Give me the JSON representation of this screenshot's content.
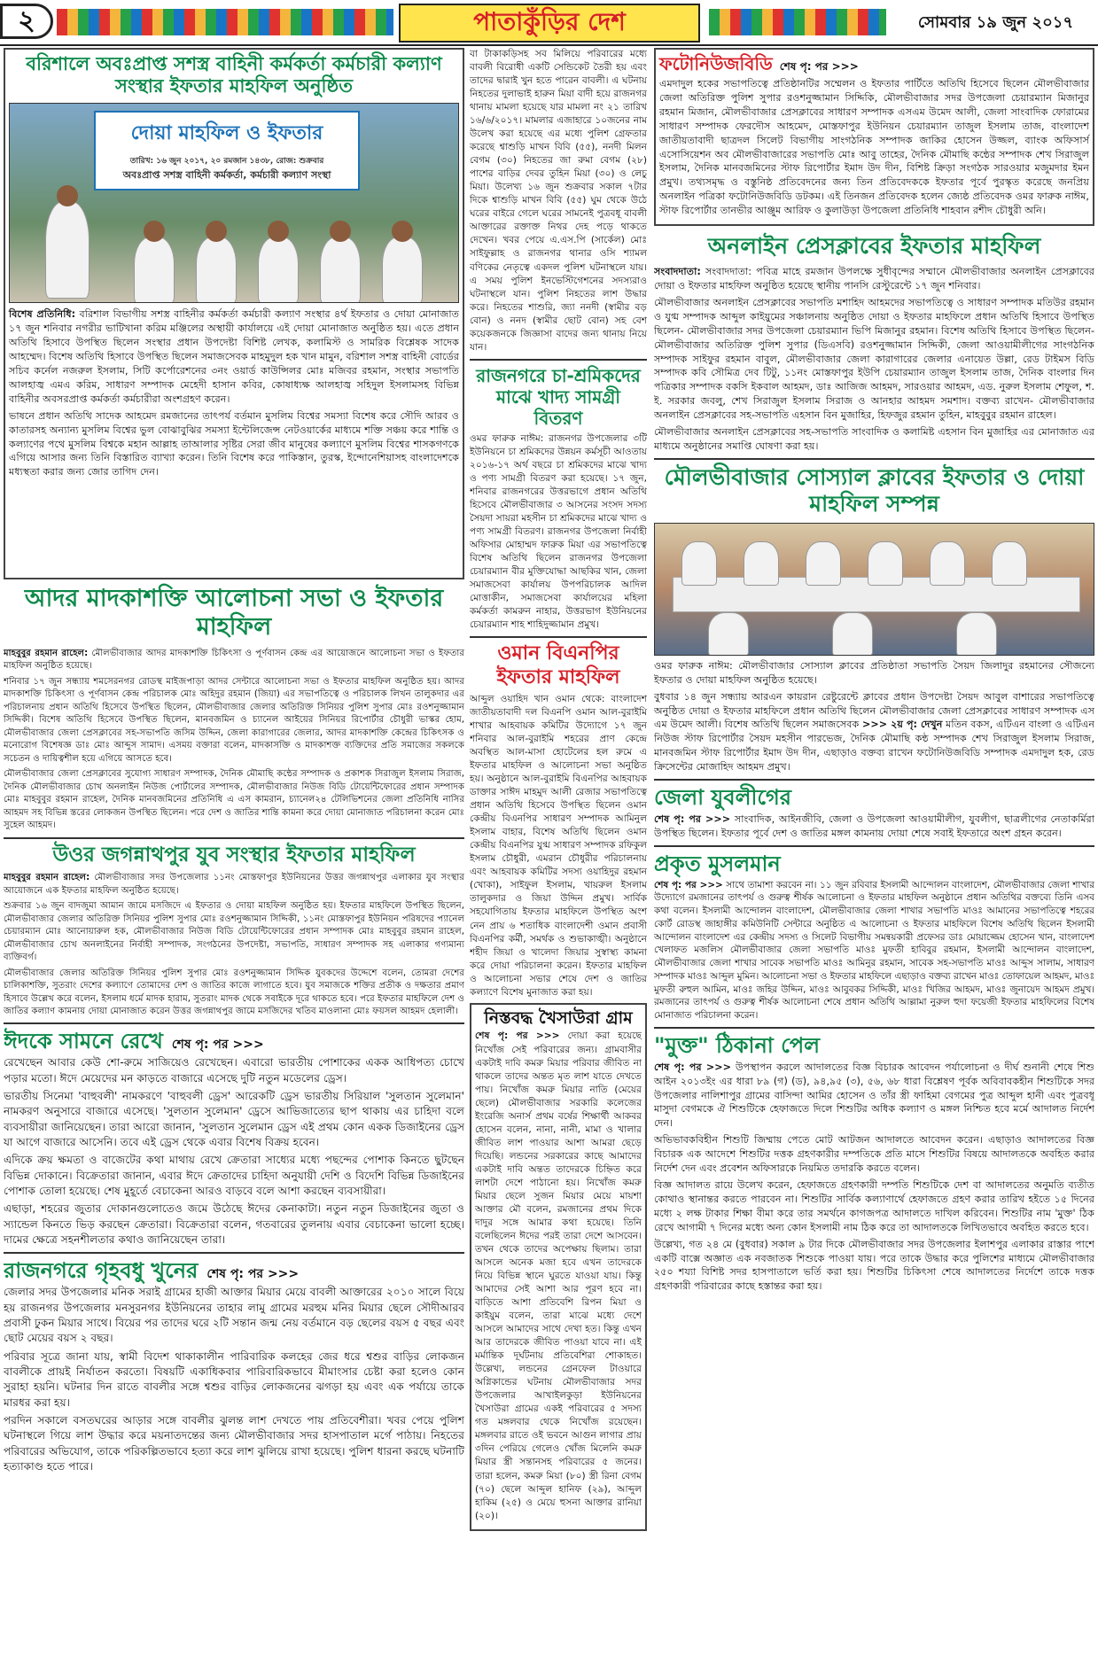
{
  "masthead": {
    "page_no": "২",
    "brand": "পাতাকুঁড়ির দেশ",
    "date": "সোমবার ১৯ জুন ২০১৭"
  },
  "art1": {
    "title": "বরিশালে অবঃপ্রাপ্ত সশস্ত্র বাহিনী কর্মকর্তা কর্মচারী কল্যাণ সংস্থার ইফতার মাহফিল অনুষ্ঠিত",
    "banner": "দোয়া মাহফিল ও ইফতার",
    "banner_sub": "তারিখ: ১৬ জুন ২০১৭, ২০ রমজান ১৪৩৮, রোজ: শুক্রবার",
    "banner_org": "অবঃপ্রাপ্ত সশস্ত্র বাহিনী কর্মকর্তা, কর্মচারী কল্যাণ সংস্থা",
    "byline": "বিশেষ প্রতিনিধি:",
    "p1": "বরিশাল বিভাগীয় সশস্ত্র বাহিনীর কর্মকর্তা কর্মচারী কল্যাণ সংস্থার ৪র্থ ইফতার ও দোয়া মোনাজাত ১৭ জুন শনিবার নগরীর ভাটিখানা করিম মঞ্জিলের অস্থায়ী কার্যালয়ে এই দোয়া মোনাজাত অনুষ্ঠিত হয়। এতে প্রধান অতিথি হিসাবে উপস্থিত ছিলেন সংস্থার প্রধান উপদেষ্টা বিশিষ্ট লেখক, কলামিস্ট ও সামরিক বিশ্লেষক সাদেক আহম্মেদ। বিশেষ অতিথি হিসাবে উপস্থিত ছিলেন সমাজসেবক মাহমুদুল হক খান মামুন, বরিশাল সশস্ত্র বাহিনী বোর্ডের সচিব কর্নেল নজরুল ইসলাম, সিটি কর্পোরেশনের ৩নং ওয়ার্ড কাউন্সিলর মোঃ মজিবর রহমান, সংস্থার সভাপতি আলহাজ্ব এমএ করিম, সাধারণ সম্পাদক মেহেদী হাসান কবির, কোষাধ্যক্ষ আলহাজ্ব সহিদুল ইসলামসহ বিভিন্ন বাহিনীর অবসরপ্রাপ্ত কর্মকর্তা কর্মচারীরা অংশগ্রহণ করেন।",
    "p2": "ভাষনে প্রধান অতিথি সাদেক আহমেদ রমজানের তাৎপর্য বর্তমান মুসলিম বিশ্বের সমস্যা বিশেষ করে সৌদি আরব ও কাতারসহ অন্যান্য মুসলিম বিশ্বের ভুল বোঝাবুঝির সমস্যা ইন্টেলিজেন্স নেটওয়ার্কের মাধ্যমে শক্তি সঞ্চয় করে শান্তি ও কল্যাণের পথে মুসলিম বিশ্বকে মহান আল্লাহ তাআলার সৃষ্টির সেরা জীব মানুষের কল্যাণে মুসলিম বিশ্বের শাসকগণকে এগিয়ে আসার জন্য তিনি বিস্তারিত ব্যাখ্যা করেন। তিনি বিশেষ করে পাকিস্তান, তুরস্ক, ইন্দোনেশিয়াসহ বাংলাদেশকে মধ্যস্থতা করার জন্য জোর তাগিদ দেন।"
  },
  "art2": {
    "title": "আদর মাদকাশক্তি আলোচনা সভা ও ইফতার মাহফিল",
    "byline": "মাহবুবুর রহমান রাহেল:",
    "p1": "মৌলভীবাজার আদর মাদকাশক্তি চিকিৎসা ও পূর্ণবাসন কেন্দ্র এর আয়োজনে আলোচনা সভা ও ইফতার মাহফিল অনুষ্ঠিত হয়েছে।",
    "p2": "শনিবার ১৭ জুন সন্ধ্যায় শমসেরনগর রোডস্থ মাইজপাড়া আদর সেন্টারে আলোচনা সভা ও ইফতার মাহফিল অনুষ্ঠিত হয়। আদর মাদকাশক্তি চিকিৎসা ও পূর্ণবাসন কেন্দ্র পরিচালক মোঃ অহিদুর রহমান (জিয়া) এর সভাপতিত্বে ও পরিচালক লিখন তালুকদার এর পরিচালনায় প্রধান অতিথি হিসেবে উপস্থিত ছিলেন, মৌলভীবাজার জেলার অতিরিক্ত সিনিয়র পুলিশ সুপার মোঃ রওশনুজ্জামান সিদ্দিকী। বিশেষ অতিথি হিসেবে উপস্থিত ছিলেন, মানবজমিন ও চ্যানেল আইয়ের সিনিয়র রিপোর্টার চৌধুরী ভাস্কর হোম, মৌলভীবাজার জেলা প্রেসক্লাবের সহ-সভাপতি জসিম উদ্দিন, জেলা কারাগারের জেলার, আদর মাদকাশক্তি কেন্দ্রের চিকিৎসক ও মনোরোগ বিশেষজ্ঞ ডাঃ মোঃ আব্দুস সামাদ। এসময় বক্তারা বলেন, মাদকাসক্তি ও মাদকাশক্ত ব্যক্তিদের প্রতি সমাজের সকলকে সচেতন ও দায়িত্বশীল হয়ে এগিয়ে আসতে হবে।",
    "p3": "মৌলভীবাজার জেলা প্রেসক্লাবের সুযোগ্য সাধারণ সম্পাদক, দৈনিক মৌমাছি কন্ঠের সম্পাদক ও প্রকাশক সিরাজুল ইসলাম সিরাজ, দৈনিক মৌলভীবাজার চোখ অনলাইন নিউজ পোর্টালের সম্পাদক, মৌলভীবাজার নিউজ বিডি টোয়েন্টিফোরের প্রধান সম্পাদক মোঃ মাহবুবুর রহমান রাহেল, দৈনিক মানবজমিনের প্রতিনিধি এ এস কামরান, চ্যানেল২৪ টেলিভিশনের জেলা প্রতিনিধি নাসির আহমদ সহ বিভিন্ন স্তরের লোকজন উপস্থিত ছিলেন। পরে দেশ ও জাতির শান্তি কামনা করে দোয়া মোনাজাত পরিচালনা করেন মোঃ সুহেল আহমদ।"
  },
  "art3": {
    "title": "উওর জগন্নাথপুর যুব সংস্থার ইফতার মাহফিল",
    "byline": "মাহবুবুর রহমান রাহেল:",
    "p1": "মৌলভীবাজার সদর উপজেলার ১১নং মোস্তফাপুর ইউনিয়নের উত্তর জগন্নাথপুর এলাকার যুব সংস্থার আয়োজনে এক ইফতার মাহফিল অনুষ্ঠিত হয়েছে।",
    "p2": "শুক্রবার ১৬ জুন বাদজুমা আমান জামে মসজিদে এ ইফতার ও দোয়া মাহফিল অনুষ্ঠিত হয়। ইফতার মাহফিলে উপস্থিত ছিলেন, মৌলভীবাজার জেলার অতিরিক্ত সিনিয়র পুলিশ সুপার মোঃ রওশনুজ্জামান সিদ্দিকী, ১১নং মোস্তফাপুর ইউনিয়ন পরিষদের প্যানেল চেয়ারম্যান মোঃ আনোয়ারুল হক, মৌলভীবাজার নিউজ বিডি টোয়েন্টিফোরের প্রধান সম্পাদক মোঃ মাহবুবুর রহমান রাহেল, মৌলভীবাজার চোখ অনলাইনের নির্বাহী সম্পাদক, সংগঠনের উপদেষ্টা, সভাপতি, সাধারণ সম্পাদক সহ এলাকার গণ্যমান্য ব্যক্তিবর্গ।",
    "p3": "মৌলভীবাজার জেলার অতিরিক্ত সিনিয়র পুলিশ সুপার মোঃ রওশনুজ্জামান সিদ্দিক যুবকদের উদ্দেশে বলেন, তোমরা দেশের চালিকাশক্তি, সুতরাং দেশের কল্যাণে তোমাদের দেশ ও জাতির কাজে লাগাতে হবে। যুব সমাজকে শক্তির প্রতীক ও দক্ষতার প্রমাণ হিসাবে উল্লেখ করে বলেন, ইসলাম ধর্মে মাদক হারাম, সুতরাং মাদক থেকে সবাইকে দূরে থাকতে হবে। পরে ইফতার মাহফিলে দেশ ও জাতির কল্যাণ কামনায় দোয়া মোনাজাত করেন উত্তর জগন্নাথপুর জামে মসজিদের খতিব মাওলানা মোঃ ফয়সল আহমদ হেলালী।"
  },
  "art4": {
    "title": "ঈদকে সামনে রেখে",
    "cont": "শেষ পৃ: পর >>>",
    "p1": "রেখেছেন আবার কেউ শো-রুমে সাজিয়েও রেখেছেন। এবারো ভারতীয় পোশাকের একক আধিপত্য চোখে পড়ার মতো। ঈদে মেয়েদের মন কাড়তে বাজারে এসেছে দুটি নতুন মডেলের ড্রেস।",
    "p2": "ভারতীয় সিনেমা 'বাহুবলী' নামকরণে 'বাহুবলী ড্রেস' আরেকটি ড্রেস ভারতীয় সিরিয়াল 'সুলতান সুলেমান' নামকরণ অনুসারে বাজারে এসেছে। 'সুলতান সুলেমান' ড্রেসে আভিজাত্যের ছাপ থাকায় এর চাহিদা বলে ব্যবসায়ীরা জানিয়েছেন। তারা আরো জানান, 'সুলতান সুলেমান ড্রেস এই প্রথম কোন একক ডিজাইনের ড্রেস যা আগে বাজারে আসেনি। তবে এই ড্রেস থেকে এবার বিশেষ বিক্রয় হবেন।",
    "p3": "এদিকে ক্রয় ক্ষমতা ও বাজেটের কথা মাথায় রেখে ক্রেতারা সাধ্যের মধ্যে পছন্দের পোশাক কিনতে ছুটছেন বিভিন্ন দোকানে। বিক্রেতারা জানান, এবার ঈদে ক্রেতাদের চাহিদা অনুযায়ী দেশি ও বিদেশি বিভিন্ন ডিজাইনের পোশাক তোলা হয়েছে। শেষ মুহূর্তে বেচাকেনা আরও বাড়বে বলে আশা করছেন ব্যবসায়ীরা।",
    "p4": "এছাড়া, শহরের জুতার দোকানগুলোতেও জমে উঠেছে ঈদের কেনাকাটা। নতুন নতুন ডিজাইনের জুতা ও স্যান্ডেল কিনতে ভিড় করছেন ক্রেতারা। বিক্রেতারা বলেন, গতবারের তুলনায় এবার বেচাকেনা ভালো হচ্ছে। দামের ক্ষেত্রে সহনশীলতার কথাও জানিয়েছেন তারা।"
  },
  "art5": {
    "title": "রাজনগরে গৃহবধু খুনের",
    "cont": "শেষ পৃ: পর >>>",
    "p1": "জেলার সদর উপজেলার মনিক সরাই গ্রামের হাজী আক্তার মিয়ার মেয়ে বাবলী আক্তারের ২০১০ সালে বিয়ে হয় রাজনগর উপজেলার মনসুরনগর ইউনিয়নের তাহার লামু গ্রামের মরহুম মনির মিয়ার ছেলে সৌদীআরব প্রবাসী ঢুকন মিয়ার সাথে। বিয়ের পর তাদের ঘরে ২টি সন্তান জন্ম নেয় বর্তমানে বড় ছেলের বয়স ৫ বছর এবং ছোট মেয়ের বয়স ২ বছর।",
    "p2": "পরিবার সূত্রে জানা যায়, স্বামী বিদেশ থাকাকালীন পারিবারিক কলহের জের ধরে শ্বশুর বাড়ির লোকজন বাবলীকে প্রায়ই নির্যাতন করতো। বিষয়টি একাধিকবার পারিবারিকভাবে মীমাংসার চেষ্টা করা হলেও কোন সুরাহা হয়নি। ঘটনার দিন রাতে বাবলীর সঙ্গে শ্বশুর বাড়ির লোকজনের ঝগড়া হয় এবং এক পর্যায়ে তাকে মারধর করা হয়।",
    "p3": "পরদিন সকালে বসতঘরের আড়ার সঙ্গে বাবলীর ঝুলন্ত লাশ দেখতে পায় প্রতিবেশীরা। খবর পেয়ে পুলিশ ঘটনাস্থলে গিয়ে লাশ উদ্ধার করে ময়নাতদন্তের জন্য মৌলভীবাজার সদর হাসপাতাল মর্গে পাঠায়। নিহতের পরিবারের অভিযোগ, তাকে পরিকল্পিতভাবে হত্যা করে লাশ ঝুলিয়ে রাখা হয়েছে। পুলিশ ধারনা করছে ঘটনাটি হত্যাকাণ্ড হতে পারে।"
  },
  "col2": {
    "p_top": "বা টাকাকড়িসহ সব মিলিয়ে পরিবারের মধ্যে বাবলী বিরোধী একটি সেন্ডিকেট তৈরী হয় এবং তাদের দ্বারাই খুন হতে পারেন বাবলী। এ ঘটনায় নিহতের দুলাভাই হারুন মিয়া বাদী হয়ে রাজনগর থানায় মামলা হয়েছে যার মামলা নং ২১ তারিখ ১৬/৬/২০১৭। মামলার এজাহারে ১০জনের নাম উলেখ করা হয়েছে এর মধ্যে পুলিশ গ্রেফতার করেছে শ্বাশুড়ি মাখন বিবি (৫৫), ননদী মিলন বেগম (৩০) নিহতের জা রুমা বেগম (২৮) পাশের বাড়ির দেবর তুহিন মিয়া (৩০) ও লেচু মিয়া। উলেখ্য ১৬ জুন শুক্রবার সকাল ৭টার দিকে শ্বাশুড়ি মাখন বিবি (৫৫) ঘুম থেকে উঠে ঘরের বাইরে গেলে ঘরের সামনেই পুত্রবধূ বাবলী আক্তারের রক্তাক্ত নিথর দেহ পড়ে থাকতে দেখেন। খবর পেয়ে এ.এস.পি (সার্কেল) মোঃ সাইফুল্লাহ ও রাজনগর থানার ওসি শ্যামল বণিকের নেতৃত্বে একদল পুলিশ ঘটনাস্থলে যায়। এ সময় পুলিশ ইনভেস্টিগেশনের সদস্যরাও ঘটনাস্থলে যান। পুলিশ নিহতের লাশ উদ্ধার করে। নিহতের শাশুরি, জ্যা ননদী (স্বামীর বড় বোন) ও ননদ (স্বামীর ছোট বোন) সহ বেশ কয়েকজনকে জিজ্ঞাসা বাদের জন্য থানায় নিয়ে যান।",
    "t_rajnagar": "রাজনগরে চা-শ্রমিকদের মাঝে খাদ্য সামগ্রী বিতরণ",
    "p_rajnagar": "ওমর ফারুক নাঈম: রাজনগর উপজেলার ৩টি ইউনিয়নে চা শ্রমিকদের উন্নয়ন কর্মসূচী আওতায় ২০১৬-১৭ অর্থ বছরে চা শ্রমিকদের মাঝে খাদ্য ও পণ্য সামগ্রী বিতরণ করা হয়েছে। ১৭ জুন, শনিবার রাজনগরের উত্তরভাগে প্রধান অতিথি হিসেবে মৌলভীবাজার ৩ আসনের সংসদ সদস্য সৈয়দা সায়রা মহসীন চা শ্রমিকদের মাঝে খাদ্য ও পণ্য সামগ্রী বিতরণ। রাজনগর উপজেলা নির্বাহী অফিসার মোহাম্মদ ফারুক মিয়া এর সভাপতিত্বে বিশেষ অতিথি ছিলেন রাজনগর উপজেলা চেয়ারম্যান বীর মুক্তিযোদ্ধা আছকির খান, জেলা সমাজসেবা কার্যালয় উপপরিচালক আদিল মোত্তাকীন, সমাজসেবা কার্যালয়ের মহিলা কর্মকর্তা কামরুন নাহার, উত্তরভাগ ইউনিয়নের চেয়ারম্যান শাহ শাহিদুজ্জামান প্রমুখ।",
    "t_oman": "ওমান বিএনপির ইফতার মাহফিল",
    "p_oman": "আব্দুল ওয়াহিদ খান ওমান থেকে: বাংলাদেশ জাতীয়তাবাদী দল বিএনপি ওমান আল-বুরাইমি শাখার আহবায়ক কমিটির উদ্যোগে ১৭ জুন শনিবার আল-বুরাইমি শহরের প্রাণ কেন্দ্রে অবস্থিত আল-মাসা হোটেলের হল রুমে এ ইফতার মাহফিল ও আলোচনা সভা অনুষ্ঠিত হয়। অনুষ্ঠানে আল-বুরাইমি বিএনপির আহবায়ক ডাক্তার সাঈদ মাহমুদ আলী রেজার সভাপতিত্বে প্রধান অতিথি হিসেবে উপস্থিত ছিলেন ওমান কেন্দ্রীয় বিএনপির সাধারণ সম্পাদক আমিনুল ইসলাম বাহার, বিশেষ অতিথি ছিলেন ওমান কেন্দ্রীয় বিএনপির যুগ্ম সাধারণ সম্পাদক রফিকুল ইসলাম চৌধুরী, এমরান চৌধুরীর পরিচালনায় এবং আহবায়ক কমিটির সদস্য ওয়াহিদুর রহমান (খোকা), সাইফুল ইসলাম, খায়রুল ইসলাম তালুকদার ও জিয়া উদ্দিন প্রমুখ। সার্বিক সহযোগিতায় ইফতার মাহফিলে উপস্থিত অংশ নেন প্রায় ৬ শতাধিক বাংলাদেশী ওমান প্রবাসী বিএনপির কর্মী, সমর্থক ও শুভাকাঙ্খী। অনুষ্ঠানে শহীদ জিয়া ও খালেদা জিয়ার সুস্বাস্থ্য কামনা করে দোয়া পরিচালনা করেন। ইফতার মাহফিল ও আলোচনা সভার শেষে দেশ ও জাতির কল্যাণে বিশেষ মুনাজাত করা হয়।",
    "t_nishta": "নিস্তবদ্ধ খৈসাউরা গ্রাম",
    "cont_nishta": "শেষ পৃ: পর >>>",
    "p_nishta": "দোয়া করা হয়েছে নিখোঁজ সেই পরিবারের জন্য। গ্রামবাসীর একটাই দাবি কমরু মিয়ার পরিবার জীবিত না থাকলে তাদের অন্তত মৃত লাশ যাতে দেখতে পায়। নিখোঁজ কমরু মিয়ার নাতি (মেয়ের ছেলে) মৌলভীবাজার সরকারি কলেজের ইংরেজি অনার্স প্রথম বর্ষের শিক্ষার্থী আকবর হোসেন বলেন, নানা, নানী, মামা ও খালার জীবিত লাশ পাওয়ার আশা আমরা ছেড়ে দিয়েছি। লন্ডনের সরকারের কাছে আমাদের একটাই দাবি অন্তত তাদেরকে চিহ্নিত করে লাশটা দেশে পাঠানো হয়। নিখোঁজ কমরু মিয়ার ছেলে সুজন মিয়ার মেয়ে মায়শা আক্তার মৌ বলেন, রমজানের প্রথম দিকে দাদুর সঙ্গে আমার কথা হয়েছে। তিনি বলেছিলেন ঈদের পরই তারা দেশে আসবেন। তখন থেকে তাদের অপেক্ষায় ছিলাম। তারা আসলে অনেক মজা হবে এখন তাদেরকে নিয়ে বিভিন্ন স্থানে ঘুরতে যাওয়া যায়। কিন্তু আমাদের সেই আশা আর পূরণ হবে না। বাড়িতে আশা প্রতিবেশি রিপন মিয়া ও কাইয়ুম বলেন, তারা মাঝে মধ্যে দেশে আসলে আমাদের সাথে দেখা হত। কিন্তু এখন আর তাদেরকে জীবিত পাওয়া যাবে না। এই মর্মান্তিক দূর্ঘটনায় প্রতিবেশিরা শোকাহত। উল্লেখ্য, লন্ডনের গ্রেনফেল টাওয়ারে অগ্নিকান্ডের ঘটনায় মৌলভীবাজার সদর উপজেলার আখাইলকুড়া ইউনিয়নের খৈসাউরা গ্রামের একই পরিবারের ৫ সদস্য গত মঙ্গলবার থেকে নিখোঁজ রয়েছেন। মঙ্গলবার রাতে ওই ভবনে আগুন লাগার প্রায় ৩দিন পেরিয়ে গেলেও খোঁজ মিলেনি কমরু মিয়ার স্ত্রী সন্তানসহ পরিবারের ৫ জনের। তারা হলেন, কমরু মিয়া (৮০) স্ত্রী রিনা বেগম (৭০) ছেলে আব্দুল হানিফ (২৯), আব্দুল হাকিম (২৫) ও মেয়ে হুসনা আক্তার রানিয়া (২০)।"
  },
  "col3": {
    "t_photo": "ফটোনিউজবিডি",
    "cont_photo": "শেষ পৃ: পর >>>",
    "p_photo": "এমদাদুল হকের সভাপতিত্বে প্রতিষ্ঠানটির সম্মেলন ও ইফতার পার্টিতে অতিথি হিসেবে ছিলেন মৌলভীবাজার জেলা অতিরিক্ত পুলিশ সুপার রওশনুজ্জামান সিদ্দিকি, মৌলভীবাজার সদর উপজেলা চেয়ারম্যান মিজানুর রহমান মিজান, মৌলভীবাজার প্রেসক্লাবের সাধারণ সম্পাদক এসএম উমেদ আলী, জেলা সাংবাদিক ফোরামের সাধারণ সম্পাদক ফেরদৌস আহমেদ, মোস্তফাপুর ইউনিয়ন চেয়ারম্যান তাজুল ইসলাম তাজ, বাংলাদেশ জাতীয়তাবাদী ছাত্রদল সিলেট বিভাগীয় সাংগঠনিক সম্পাদক জাকির হোসেন উজ্জল, ব্যাংক অফিসার্স এসোসিয়েশন অব মৌলভীবাজারের সভাপতি মোঃ আবু তাহের, দৈনিক মৌমাছি কন্ঠের সম্পাদক শেখ সিরাজুল ইসলাম, দৈনিক মানবজমিনের স্টাফ রিপোর্টার ইমাদ উদ দীন, বিশিষ্ট ক্রিড়া সংগঠক সারওয়ার মজুমদার ইমন প্রমুখ। তথ্যসমৃদ্ধ ও বস্তুনিষ্ঠ প্রতিবেদনের জন্য তিন প্রতিবেদককে ইফতার পূর্বে পুরস্কৃত করেছে জনপ্রিয় অনলাইন পত্রিকা ফটোনিউজবিডি ডটকম। এই তিনজন প্রতিবেদক হলেন জ্যেষ্ঠ প্রতিবেদক ওমর ফারুক নাঈম, স্টাফ রিপোর্টার তানভীর আঞ্জুম আরিফ ও কুলাউড়া উপজেলা প্রতিনিধি শাহবান রশীদ চৌধুরী অনি।",
    "t_online": "অনলাইন প্রেসক্লাবের ইফতার মাহফিল",
    "p_online1": "সংবাদদাতা: পবিত্র মাহে রমজান উপলক্ষে সুধীবৃন্দের সম্মানে মৌলভীবাজার অনলাইন প্রেসক্লাবের দোয়া ও ইফতার মাহফিল অনুষ্ঠিত হয়েছে স্থানীয় পানসি রেস্টুরেন্টে ১৭ জুন শনিবার।",
    "p_online2": "মৌলভীবাজার অনলাইন প্রেসক্লাবের সভাপতি মশাহিদ আহমদের সভাপতিত্বে ও সাধারণ সম্পাদক মতিউর রহমান ও যুগ্ম সম্পাদক আব্দুল কাইয়ুমের সঞ্চালনায় অনুষ্ঠিত দোয়া ও ইফতার মাহফিলে প্রধান অতিথি হিসাবে উপস্থিত ছিলেন- মৌলভীবাজার সদর উপজেলা চেয়ারম্যান ভিপি মিজানুর রহমান। বিশেষ অতিথি হিসাবে উপস্থিত ছিলেন-মৌলভীবাজার অতিরিক্ত পুলিশ সুপার (ডিএসবি) রওশনুজ্জামান সিদ্দিকী, জেলা আওয়ামীলীগের সাংগঠনিক সম্পাদক সাইফুর রহমান বাবুল, মৌলভীবাজার জেলা কারাগারের জেলার এনায়েত উল্লা, রেড টাইমস বিডি সম্পাদক কবি সৌমিত্র দেব টিটু, ১১নং মোস্তফাপুর ইউপি চেয়ারম্যান তাজুল ইসলাম তাজ, দৈনিক বাংলার দিন পত্রিকার সম্পাদক বকসি ইকবাল আহমদ, ডাঃ আজিজ আহমদ, সারওয়ার আহমদ, এড. নুরুল ইসলাম শেফুল, শ. ই. সরকার জবলু, শেখ সিরাজুল ইসলাম সিরাজ ও আনহার আহমদ সমশাদ। বক্তব্য রাখেন- মৌলভীবাজার অনলাইন প্রেসক্লাবের সহ-সভাপতি এহসান বিন মুজাহির, হিফজুর রহমান তুহিন, মাহবুবুর রহমান রাহেল।",
    "p_online3": "মৌলভীবাজার অনলাইন প্রেসক্লাবের সহ-সভাপতি সাংবাদিক ও কলামিষ্ট এহসান বিন মুজাহির এর মোনাজাত এর মাধ্যমে অনুষ্ঠানের সমাপ্তি ঘোষণা করা হয়।",
    "t_social": "মৌলভীবাজার সোস্যাল ক্লাবের ইফতার ও দোয়া মাহফিল সম্পন্ন",
    "p_social1": "ওমর ফারুক নাঈম: মৌলভীবাজার সোস্যাল ক্লাবের প্রতিষ্ঠাতা সভাপতি সৈয়দ জিলাদুর রহমানের সৌজন্যে ইফতার ও দোয়া মাহফিল অনুষ্ঠিত হয়েছে।",
    "p_social2": "বুধবার ১৪ জুন সন্ধ্যায় আরএন কায়রান রেষ্টুরেন্টে ক্লাবের প্রধান উপদেষ্টা সৈয়দ আবুল বাশারের সভাপতিত্বে অনুষ্ঠিত দোয়া ও ইফতার মাহফিলে প্রধান অতিথি ছিলেন মৌলভীবাজার জেলা প্রেসক্লাবের সাধারণ সম্পাদক এস এম উমেদ আলী। বিশেষ অতিথি ছিলেন সমাজসেবক",
    "cont_social": ">>> ২য় পৃ: দেখুন",
    "p_social3": "মতিন বকস, এটিএন বাংলা ও এটিএন নিউজ স্টাফ রিপোর্টার সৈয়দ মহসীন পারভেজ, দৈনিক মৌমাছি কন্ঠ সম্পাদক শেখ সিরাজুল ইসলাম সিরাজ, মানবজমিন স্টাফ রিপোর্টার ইমাদ উদ দীন, এছাড়াও বক্তব্য রাখেন ফটোনিউজবিডি সম্পাদক এমদাদুল হক, রেড ক্রিসেন্টের মোজাহিদ আহমদ প্রমুখ।",
    "t_jubo": "জেলা যুবলীগের",
    "cont_jubo": "শেষ পৃ: পর >>>",
    "p_jubo": "সাংবাদিক, আইনজীবি, জেলা ও উপজেলা আওয়ামীলীগ, যুবলীগ, ছাত্রলীগের নেতাকর্মিরা উপস্থিত ছিলেন। ইফতার পূর্বে দেশ ও জাতির মঙ্গল কামনায় দোয়া শেষে সবাই ইফতারে অংশ গ্রহন করেন।",
    "t_prokrito": "প্রকৃত মুসলমান",
    "cont_prokrito": "শেষ পৃ: পর >>>",
    "p_prokrito": "সাথে তামাশা করবেন না। ১১ জুন রবিবার ইসলামী আন্দোলন বাংলাদেশ, মৌলভীবাজার জেলা শাখার উদ্যোগে রমজানের তাৎপর্য ও গুরুত্ব শীর্ষক আলোচনা ও ইফতার মাহফিল অনুষ্ঠানে প্রধান অতিথির বক্তব্যে তিনি এসব কথা বলেন। ইসলামী আন্দোলন বাংলাদেশ, মৌলভীবাজার জেলা শাখার সভাপতি মাওঃ আমানের সভাপতিত্বে শহরের কোর্ট রোডস্থ জাহাঙ্গীর কমিউনিটি সেন্টারে অনুষ্ঠিত এ আলোচনা ও ইফতার মাহফিলে বিশেষ অতিথি ছিলেন ইসলামী আন্দোলন বাংলাদেশ এর কেন্দ্রীয় সদস্য ও সিলেট বিভাগীয় সমন্বয়কারী প্রফেসর ডাঃ মোয়াজ্জেম হোসেন খান, বাংলাদেশ খেলাফত মজলিস মৌলভীবাজার জেলা সভাপতি মাওঃ মুফতী হাবিবুর রহমান, ইসলামী আন্দোলন বাংলাদেশ, মৌলভীবাজার জেলা শাখার সাবেক সভাপতি মাওঃ আমিনুর রহমান, সাবেক সহ-সভাপতি মাওঃ আব্দুস সালাম, সাধারণ সম্পাদক মাওঃ আব্দুল মুমিন। আলোচনা সভা ও ইফতার মাহফিলে এছাড়াও বক্তব্য রাখেন মাওঃ তোফায়েল আহমদ, মাওঃ মুফতী রুহুল আমিন, মাওঃ জহির উদ্দিন, মাওঃ আবুবকর সিদ্দিকী, মাওঃ খিজির আহমদ, মাওঃ জুনায়েদ আহমদ প্রমুখ। রমজানের তাৎপর্য ও গুরুত্ব শীর্ষক আলোচনা শেষে প্রধান অতিথি আল্লামা নুরুল হুদা ফয়েজী ইফতার মাহফিলের বিশেষ মোনাজাত পরিচালনা করেন।",
    "t_mukto": "\"মুক্ত\" ঠিকানা পেল",
    "cont_mukto": "শেষ পৃ: পর >>>",
    "p_mukto1": "উপস্থাপন করলে আদালতের বিজ্ঞ বিচারক আবেদন পর্যালোচনা ও দীর্ঘ শুনানী শেষে শিশু আইন ২০১৩ইং এর ধারা ৮৯ (গ) (ড), ৯৪,৯৫ (৩), ৫৬, ৬৮ ধারা বিশ্লেষণ পূর্বক অবিবাবকহীন শিশুটিকে সদর উপজেলার নালিশাপুর গ্রামের বাসিন্দা আমির হোসেন ও তাঁর স্ত্রী ফাহিমা বেগমের পুত্র আব্দুল হানী এবং পুত্রবধূ মাসুদা বেগমকে ঐ শিশুটিকে হেফাজতে দিলে শিশুটির অধিক কল্যাণ ও মঙ্গল নিশ্চিত হবে মর্মে আদালত নির্দেশ দেন।",
    "p_mukto2": "অভিভাবকবিহীন শিশুটি জিম্মায় পেতে মোট আটজন আদালতে আবেদন করেন। এছাড়াও আদালতের বিজ্ঞ বিচারক এক আদেশে শিশুটির দত্তক গ্রহণকারীর দম্পতিকে প্রতি মাসে শিশুটির বিষয়ে আদালতকে অবহিত করার নির্দেশ দেন এবং প্রবেশন অফিসারকে নিয়মিত তদারকি করতে বলেন।",
    "p_mukto3": "বিজ্ঞ আদালত রায়ে উলেখ করেন, হেফাজতে গ্রহণকারী দম্পতি শিশুটিকে দেশ বা আদালতের অনুমতি ব্যতীত কোথাও স্থানান্তর করতে পারবেন না। শিশুটির সার্বিক কল্যাণার্থে হেফাজতে গ্রহণ করার তারিখ হইতে ১৫ দিনের মধ্যে ২ লক্ষ টাকার শিক্ষা বীমা করে তার সমর্থনে কাগজপত্র আদালতে দাখিল করিবেন। শিশুটির নাম 'মুক্ত' ঠিক রেখে আগামী ৭ দিনের মধ্যে অন্য কোন ইসলামী নাম ঠিক করে তা আদালতকে লিখিতভাবে অবহিত করতে হবে।",
    "p_mukto4": "উল্লেখ্য, গত ২৪ মে (বুধবার) সকাল ৯ টার দিকে মৌলভীবাজার সদর উপজেলার ইলাশপুর এলাকার রাস্তার পাশে একটি বাক্সে অজ্ঞাত এক নবজাতক শিশুকে পাওয়া যায়। পরে তাকে উদ্ধার করে পুলিশের মাধ্যমে মৌলভীবাজার ২৫০ শয্যা বিশিষ্ট সদর হাসপাতালে ভর্তি করা হয়। শিশুটির চিকিৎসা শেষে আদালতের নির্দেশে তাকে দত্তক গ্রহণকারী পরিবারের কাছে হস্তান্তর করা হয়।"
  }
}
